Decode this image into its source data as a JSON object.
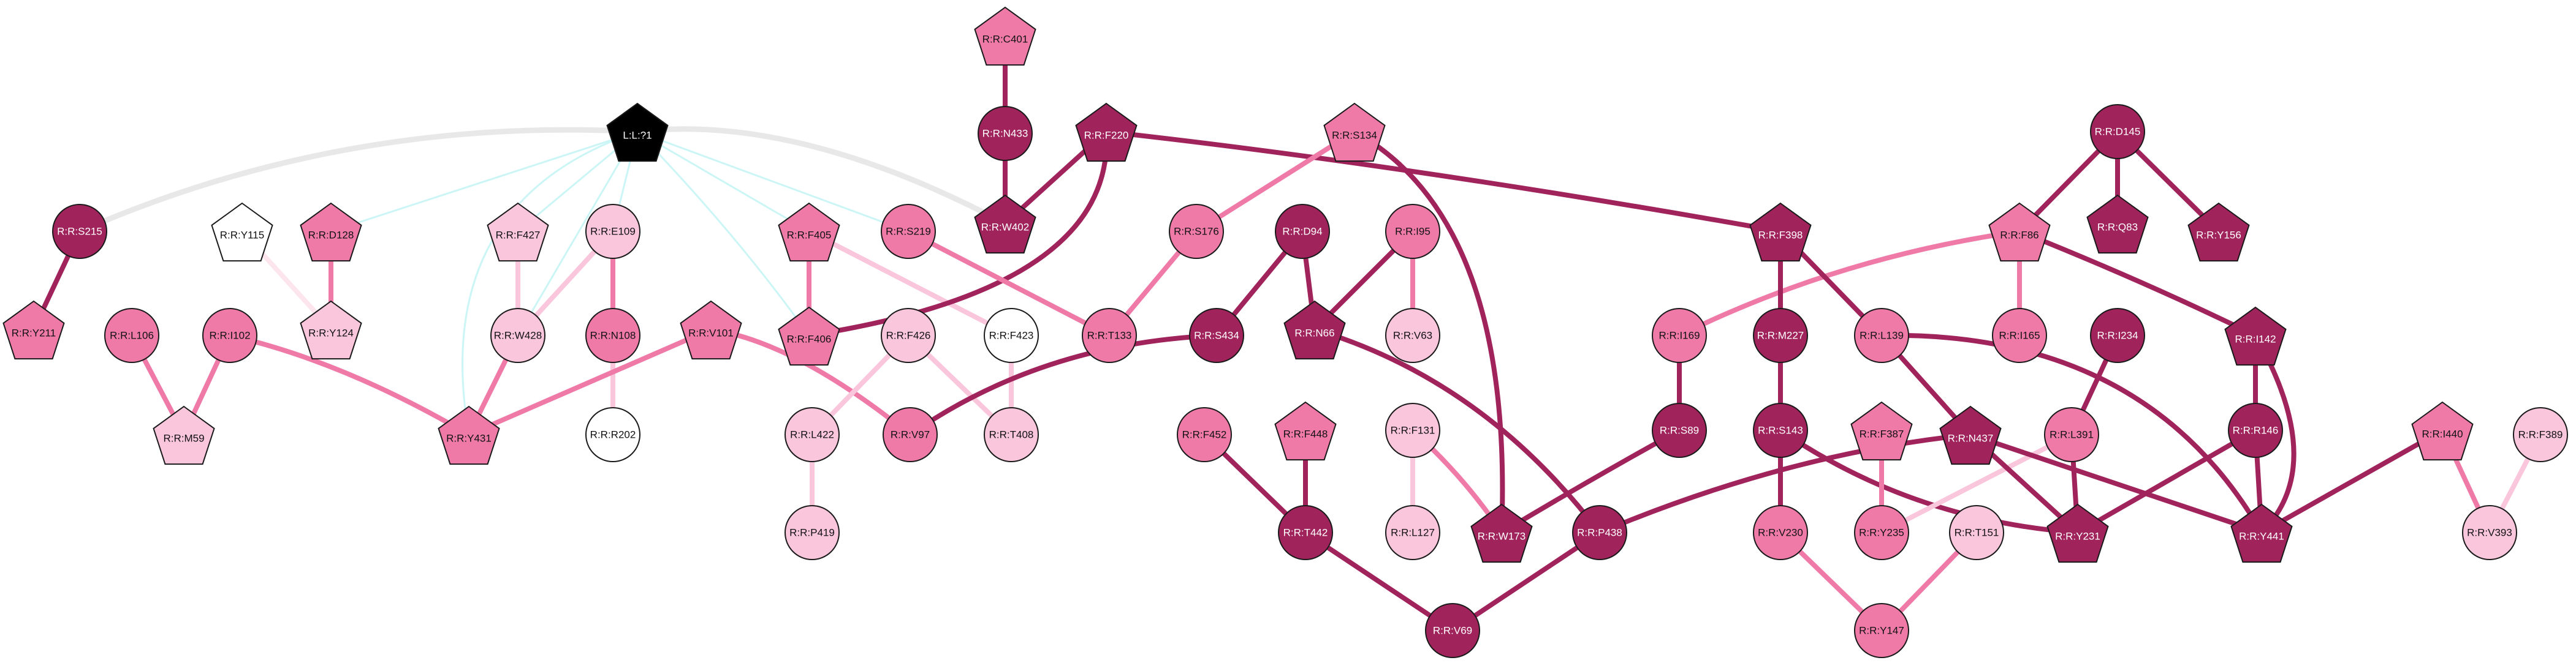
{
  "colors": {
    "dark": "#a0235c",
    "medium": "#ef7aa8",
    "light": "#f9c6db",
    "white": "#ffffff",
    "black": "#000000",
    "edge_ligand": "#e8e8e8",
    "edge_ligand_hb": "#ccf5f5",
    "edge_faint": "#fde5ee"
  },
  "nodes": [
    {
      "id": "L71",
      "label": "L:L:?1",
      "shape": "pentagon",
      "fill": "black"
    },
    {
      "id": "C401",
      "label": "R:R:C401",
      "shape": "pentagon",
      "fill": "medium"
    },
    {
      "id": "N433",
      "label": "R:R:N433",
      "shape": "circle",
      "fill": "dark"
    },
    {
      "id": "F220",
      "label": "R:R:F220",
      "shape": "pentagon",
      "fill": "dark"
    },
    {
      "id": "S134",
      "label": "R:R:S134",
      "shape": "pentagon",
      "fill": "medium"
    },
    {
      "id": "D145",
      "label": "R:R:D145",
      "shape": "circle",
      "fill": "dark"
    },
    {
      "id": "S215",
      "label": "R:R:S215",
      "shape": "circle",
      "fill": "dark"
    },
    {
      "id": "Y115",
      "label": "R:R:Y115",
      "shape": "pentagon",
      "fill": "white"
    },
    {
      "id": "D128",
      "label": "R:R:D128",
      "shape": "pentagon",
      "fill": "medium"
    },
    {
      "id": "F427",
      "label": "R:R:F427",
      "shape": "pentagon",
      "fill": "light"
    },
    {
      "id": "E109",
      "label": "R:R:E109",
      "shape": "circle",
      "fill": "light"
    },
    {
      "id": "F405",
      "label": "R:R:F405",
      "shape": "pentagon",
      "fill": "medium"
    },
    {
      "id": "S219",
      "label": "R:R:S219",
      "shape": "circle",
      "fill": "medium"
    },
    {
      "id": "W402",
      "label": "R:R:W402",
      "shape": "pentagon",
      "fill": "dark"
    },
    {
      "id": "S176",
      "label": "R:R:S176",
      "shape": "circle",
      "fill": "medium"
    },
    {
      "id": "D94",
      "label": "R:R:D94",
      "shape": "circle",
      "fill": "dark"
    },
    {
      "id": "I95",
      "label": "R:R:I95",
      "shape": "circle",
      "fill": "medium"
    },
    {
      "id": "F398",
      "label": "R:R:F398",
      "shape": "pentagon",
      "fill": "dark"
    },
    {
      "id": "F86",
      "label": "R:R:F86",
      "shape": "pentagon",
      "fill": "medium"
    },
    {
      "id": "Q83",
      "label": "R:R:Q83",
      "shape": "pentagon",
      "fill": "dark"
    },
    {
      "id": "Y156",
      "label": "R:R:Y156",
      "shape": "pentagon",
      "fill": "dark"
    },
    {
      "id": "Y211",
      "label": "R:R:Y211",
      "shape": "pentagon",
      "fill": "medium"
    },
    {
      "id": "L106",
      "label": "R:R:L106",
      "shape": "circle",
      "fill": "medium"
    },
    {
      "id": "I102",
      "label": "R:R:I102",
      "shape": "circle",
      "fill": "medium"
    },
    {
      "id": "Y124",
      "label": "R:R:Y124",
      "shape": "pentagon",
      "fill": "light"
    },
    {
      "id": "W428",
      "label": "R:R:W428",
      "shape": "circle",
      "fill": "light"
    },
    {
      "id": "N108",
      "label": "R:R:N108",
      "shape": "circle",
      "fill": "medium"
    },
    {
      "id": "V101",
      "label": "R:R:V101",
      "shape": "pentagon",
      "fill": "medium"
    },
    {
      "id": "F406",
      "label": "R:R:F406",
      "shape": "pentagon",
      "fill": "medium"
    },
    {
      "id": "F426",
      "label": "R:R:F426",
      "shape": "circle",
      "fill": "light"
    },
    {
      "id": "F423",
      "label": "R:R:F423",
      "shape": "circle",
      "fill": "white"
    },
    {
      "id": "T133",
      "label": "R:R:T133",
      "shape": "circle",
      "fill": "medium"
    },
    {
      "id": "S434",
      "label": "R:R:S434",
      "shape": "circle",
      "fill": "dark"
    },
    {
      "id": "N66",
      "label": "R:R:N66",
      "shape": "pentagon",
      "fill": "dark"
    },
    {
      "id": "V63",
      "label": "R:R:V63",
      "shape": "circle",
      "fill": "light"
    },
    {
      "id": "I169",
      "label": "R:R:I169",
      "shape": "circle",
      "fill": "medium"
    },
    {
      "id": "M227",
      "label": "R:R:M227",
      "shape": "circle",
      "fill": "dark"
    },
    {
      "id": "L139",
      "label": "R:R:L139",
      "shape": "circle",
      "fill": "medium"
    },
    {
      "id": "I165",
      "label": "R:R:I165",
      "shape": "circle",
      "fill": "medium"
    },
    {
      "id": "I234",
      "label": "R:R:I234",
      "shape": "circle",
      "fill": "dark"
    },
    {
      "id": "I142",
      "label": "R:R:I142",
      "shape": "pentagon",
      "fill": "dark"
    },
    {
      "id": "M59",
      "label": "R:R:M59",
      "shape": "pentagon",
      "fill": "light"
    },
    {
      "id": "Y431",
      "label": "R:R:Y431",
      "shape": "pentagon",
      "fill": "medium"
    },
    {
      "id": "R202",
      "label": "R:R:R202",
      "shape": "circle",
      "fill": "white"
    },
    {
      "id": "L422",
      "label": "R:R:L422",
      "shape": "circle",
      "fill": "light"
    },
    {
      "id": "V97",
      "label": "R:R:V97",
      "shape": "circle",
      "fill": "medium"
    },
    {
      "id": "T408",
      "label": "R:R:T408",
      "shape": "circle",
      "fill": "light"
    },
    {
      "id": "F452",
      "label": "R:R:F452",
      "shape": "circle",
      "fill": "medium"
    },
    {
      "id": "F448",
      "label": "R:R:F448",
      "shape": "pentagon",
      "fill": "medium"
    },
    {
      "id": "F131",
      "label": "R:R:F131",
      "shape": "circle",
      "fill": "light"
    },
    {
      "id": "S89",
      "label": "R:R:S89",
      "shape": "circle",
      "fill": "dark"
    },
    {
      "id": "S143",
      "label": "R:R:S143",
      "shape": "circle",
      "fill": "dark"
    },
    {
      "id": "F387",
      "label": "R:R:F387",
      "shape": "pentagon",
      "fill": "medium"
    },
    {
      "id": "N437",
      "label": "R:R:N437",
      "shape": "pentagon",
      "fill": "dark"
    },
    {
      "id": "L391",
      "label": "R:R:L391",
      "shape": "circle",
      "fill": "medium"
    },
    {
      "id": "R146",
      "label": "R:R:R146",
      "shape": "circle",
      "fill": "dark"
    },
    {
      "id": "I440",
      "label": "R:R:I440",
      "shape": "pentagon",
      "fill": "medium"
    },
    {
      "id": "F389",
      "label": "R:R:F389",
      "shape": "circle",
      "fill": "light"
    },
    {
      "id": "P419",
      "label": "R:R:P419",
      "shape": "circle",
      "fill": "light"
    },
    {
      "id": "T442",
      "label": "R:R:T442",
      "shape": "circle",
      "fill": "dark"
    },
    {
      "id": "L127",
      "label": "R:R:L127",
      "shape": "circle",
      "fill": "light"
    },
    {
      "id": "W173",
      "label": "R:R:W173",
      "shape": "pentagon",
      "fill": "dark"
    },
    {
      "id": "P438",
      "label": "R:R:P438",
      "shape": "circle",
      "fill": "dark"
    },
    {
      "id": "V230",
      "label": "R:R:V230",
      "shape": "circle",
      "fill": "medium"
    },
    {
      "id": "Y235",
      "label": "R:R:Y235",
      "shape": "circle",
      "fill": "medium"
    },
    {
      "id": "T151",
      "label": "R:R:T151",
      "shape": "circle",
      "fill": "light"
    },
    {
      "id": "Y231",
      "label": "R:R:Y231",
      "shape": "pentagon",
      "fill": "dark"
    },
    {
      "id": "Y441",
      "label": "R:R:Y441",
      "shape": "pentagon",
      "fill": "dark"
    },
    {
      "id": "V393",
      "label": "R:R:V393",
      "shape": "circle",
      "fill": "light"
    },
    {
      "id": "V69",
      "label": "R:R:V69",
      "shape": "circle",
      "fill": "dark"
    },
    {
      "id": "Y147",
      "label": "R:R:Y147",
      "shape": "circle",
      "fill": "medium"
    }
  ],
  "edges": [
    {
      "from": "L71",
      "to": "S215",
      "color": "edge_ligand"
    },
    {
      "from": "L71",
      "to": "W402",
      "color": "edge_ligand"
    },
    {
      "from": "L71",
      "to": "D128",
      "color": "edge_ligand_hb"
    },
    {
      "from": "L71",
      "to": "F427",
      "color": "edge_ligand_hb"
    },
    {
      "from": "L71",
      "to": "E109",
      "color": "edge_ligand_hb"
    },
    {
      "from": "L71",
      "to": "F405",
      "color": "edge_ligand_hb"
    },
    {
      "from": "L71",
      "to": "F406",
      "color": "edge_ligand_hb"
    },
    {
      "from": "L71",
      "to": "Y431",
      "color": "edge_ligand_hb"
    },
    {
      "from": "L71",
      "to": "S219",
      "color": "edge_ligand_hb"
    },
    {
      "from": "L71",
      "to": "W428",
      "color": "edge_ligand_hb"
    },
    {
      "from": "S215",
      "to": "Y211",
      "color": "dark"
    },
    {
      "from": "Y115",
      "to": "Y124",
      "color": "edge_faint"
    },
    {
      "from": "D128",
      "to": "Y124",
      "color": "medium"
    },
    {
      "from": "F427",
      "to": "W428",
      "color": "light"
    },
    {
      "from": "E109",
      "to": "W428",
      "color": "light"
    },
    {
      "from": "E109",
      "to": "N108",
      "color": "medium"
    },
    {
      "from": "N108",
      "to": "R202",
      "color": "light"
    },
    {
      "from": "W428",
      "to": "Y431",
      "color": "medium"
    },
    {
      "from": "I102",
      "to": "Y431",
      "color": "medium"
    },
    {
      "from": "V101",
      "to": "Y431",
      "color": "medium"
    },
    {
      "from": "V101",
      "to": "V97",
      "color": "medium"
    },
    {
      "from": "L106",
      "to": "M59",
      "color": "medium"
    },
    {
      "from": "I102",
      "to": "M59",
      "color": "medium"
    },
    {
      "from": "F405",
      "to": "F406",
      "color": "medium"
    },
    {
      "from": "F405",
      "to": "F423",
      "color": "light"
    },
    {
      "from": "F220",
      "to": "F406",
      "color": "dark"
    },
    {
      "from": "F220",
      "to": "W402",
      "color": "dark"
    },
    {
      "from": "F220",
      "to": "F398",
      "color": "dark"
    },
    {
      "from": "C401",
      "to": "N433",
      "color": "dark"
    },
    {
      "from": "N433",
      "to": "W402",
      "color": "dark"
    },
    {
      "from": "S219",
      "to": "T133",
      "color": "medium"
    },
    {
      "from": "S176",
      "to": "T133",
      "color": "medium"
    },
    {
      "from": "S134",
      "to": "S176",
      "color": "medium"
    },
    {
      "from": "S134",
      "to": "W173",
      "color": "dark"
    },
    {
      "from": "F426",
      "to": "L422",
      "color": "light"
    },
    {
      "from": "F426",
      "to": "T408",
      "color": "light"
    },
    {
      "from": "F423",
      "to": "T408",
      "color": "light"
    },
    {
      "from": "L422",
      "to": "P419",
      "color": "light"
    },
    {
      "from": "D94",
      "to": "S434",
      "color": "dark"
    },
    {
      "from": "D94",
      "to": "N66",
      "color": "dark"
    },
    {
      "from": "I95",
      "to": "N66",
      "color": "dark"
    },
    {
      "from": "I95",
      "to": "V63",
      "color": "medium"
    },
    {
      "from": "S434",
      "to": "V97",
      "color": "dark"
    },
    {
      "from": "N66",
      "to": "P438",
      "color": "dark"
    },
    {
      "from": "P438",
      "to": "V69",
      "color": "dark"
    },
    {
      "from": "P438",
      "to": "N437",
      "color": "dark"
    },
    {
      "from": "F452",
      "to": "T442",
      "color": "dark"
    },
    {
      "from": "F448",
      "to": "T442",
      "color": "dark"
    },
    {
      "from": "T442",
      "to": "V69",
      "color": "dark"
    },
    {
      "from": "F131",
      "to": "L127",
      "color": "light"
    },
    {
      "from": "F131",
      "to": "W173",
      "color": "medium"
    },
    {
      "from": "S89",
      "to": "W173",
      "color": "dark"
    },
    {
      "from": "I169",
      "to": "S89",
      "color": "dark"
    },
    {
      "from": "F86",
      "to": "I169",
      "color": "medium"
    },
    {
      "from": "F86",
      "to": "I165",
      "color": "medium"
    },
    {
      "from": "F86",
      "to": "I142",
      "color": "dark"
    },
    {
      "from": "D145",
      "to": "F86",
      "color": "dark"
    },
    {
      "from": "D145",
      "to": "Q83",
      "color": "dark"
    },
    {
      "from": "D145",
      "to": "Y156",
      "color": "dark"
    },
    {
      "from": "F398",
      "to": "M227",
      "color": "dark"
    },
    {
      "from": "F398",
      "to": "L139",
      "color": "dark"
    },
    {
      "from": "M227",
      "to": "S143",
      "color": "dark"
    },
    {
      "from": "S143",
      "to": "V230",
      "color": "dark"
    },
    {
      "from": "S143",
      "to": "Y231",
      "color": "dark"
    },
    {
      "from": "L139",
      "to": "N437",
      "color": "dark"
    },
    {
      "from": "L139",
      "to": "Y441",
      "color": "dark"
    },
    {
      "from": "F387",
      "to": "Y235",
      "color": "medium"
    },
    {
      "from": "L391",
      "to": "Y235",
      "color": "light"
    },
    {
      "from": "I234",
      "to": "L391",
      "color": "dark"
    },
    {
      "from": "L391",
      "to": "Y231",
      "color": "dark"
    },
    {
      "from": "N437",
      "to": "Y231",
      "color": "dark"
    },
    {
      "from": "N437",
      "to": "Y441",
      "color": "dark"
    },
    {
      "from": "I142",
      "to": "R146",
      "color": "dark"
    },
    {
      "from": "I142",
      "to": "Y441",
      "color": "dark"
    },
    {
      "from": "R146",
      "to": "Y231",
      "color": "dark"
    },
    {
      "from": "R146",
      "to": "Y441",
      "color": "dark"
    },
    {
      "from": "I440",
      "to": "Y441",
      "color": "dark"
    },
    {
      "from": "I440",
      "to": "V393",
      "color": "medium"
    },
    {
      "from": "F389",
      "to": "V393",
      "color": "light"
    },
    {
      "from": "V230",
      "to": "Y147",
      "color": "medium"
    },
    {
      "from": "T151",
      "to": "Y147",
      "color": "medium"
    }
  ]
}
